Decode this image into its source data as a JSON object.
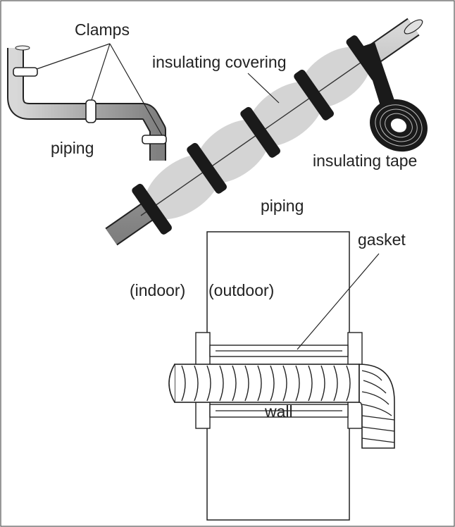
{
  "labels": {
    "clamps": "Clamps",
    "insulating_covering": "insulating covering",
    "piping_left": "piping",
    "insulating_tape": "insulating tape",
    "piping_center": "piping",
    "gasket": "gasket",
    "indoor": "(indoor)",
    "outdoor": "(outdoor)",
    "wall": "wall"
  },
  "colors": {
    "outline": "#222222",
    "pipe_fill": "#b9b9b9",
    "insulation_fill": "#d4d4d4",
    "tape_fill": "#1a1a1a"
  }
}
